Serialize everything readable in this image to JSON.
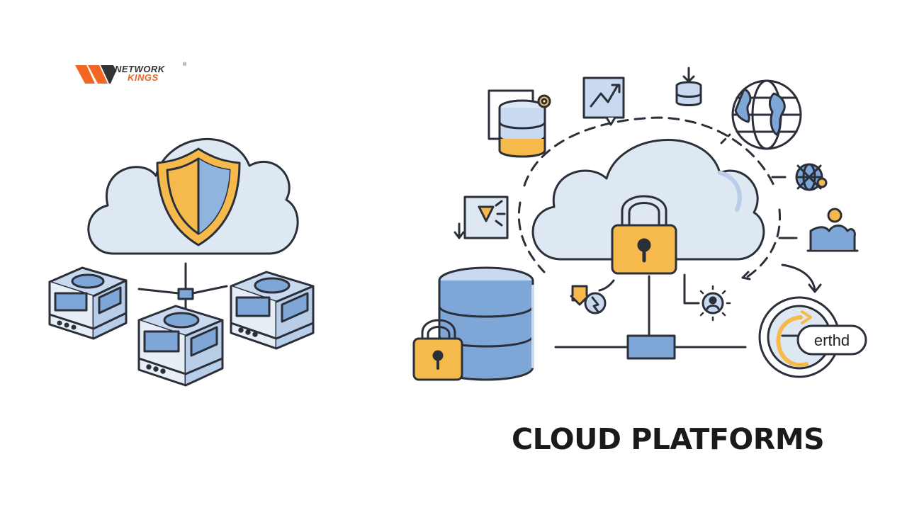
{
  "brand": {
    "line1": "NETWORK",
    "line2": "KINGS",
    "registered_mark": "®",
    "colors": {
      "orange": "#f26522",
      "dark": "#333333"
    }
  },
  "caption": "CLOUD PLATFORMS",
  "badge_text": "erthd",
  "palette": {
    "outline": "#2b2f3a",
    "cloud_fill": "#dde8f3",
    "blue": "#7ea7d8",
    "gold": "#f6b94b",
    "light_blue": "#c9daf0"
  }
}
